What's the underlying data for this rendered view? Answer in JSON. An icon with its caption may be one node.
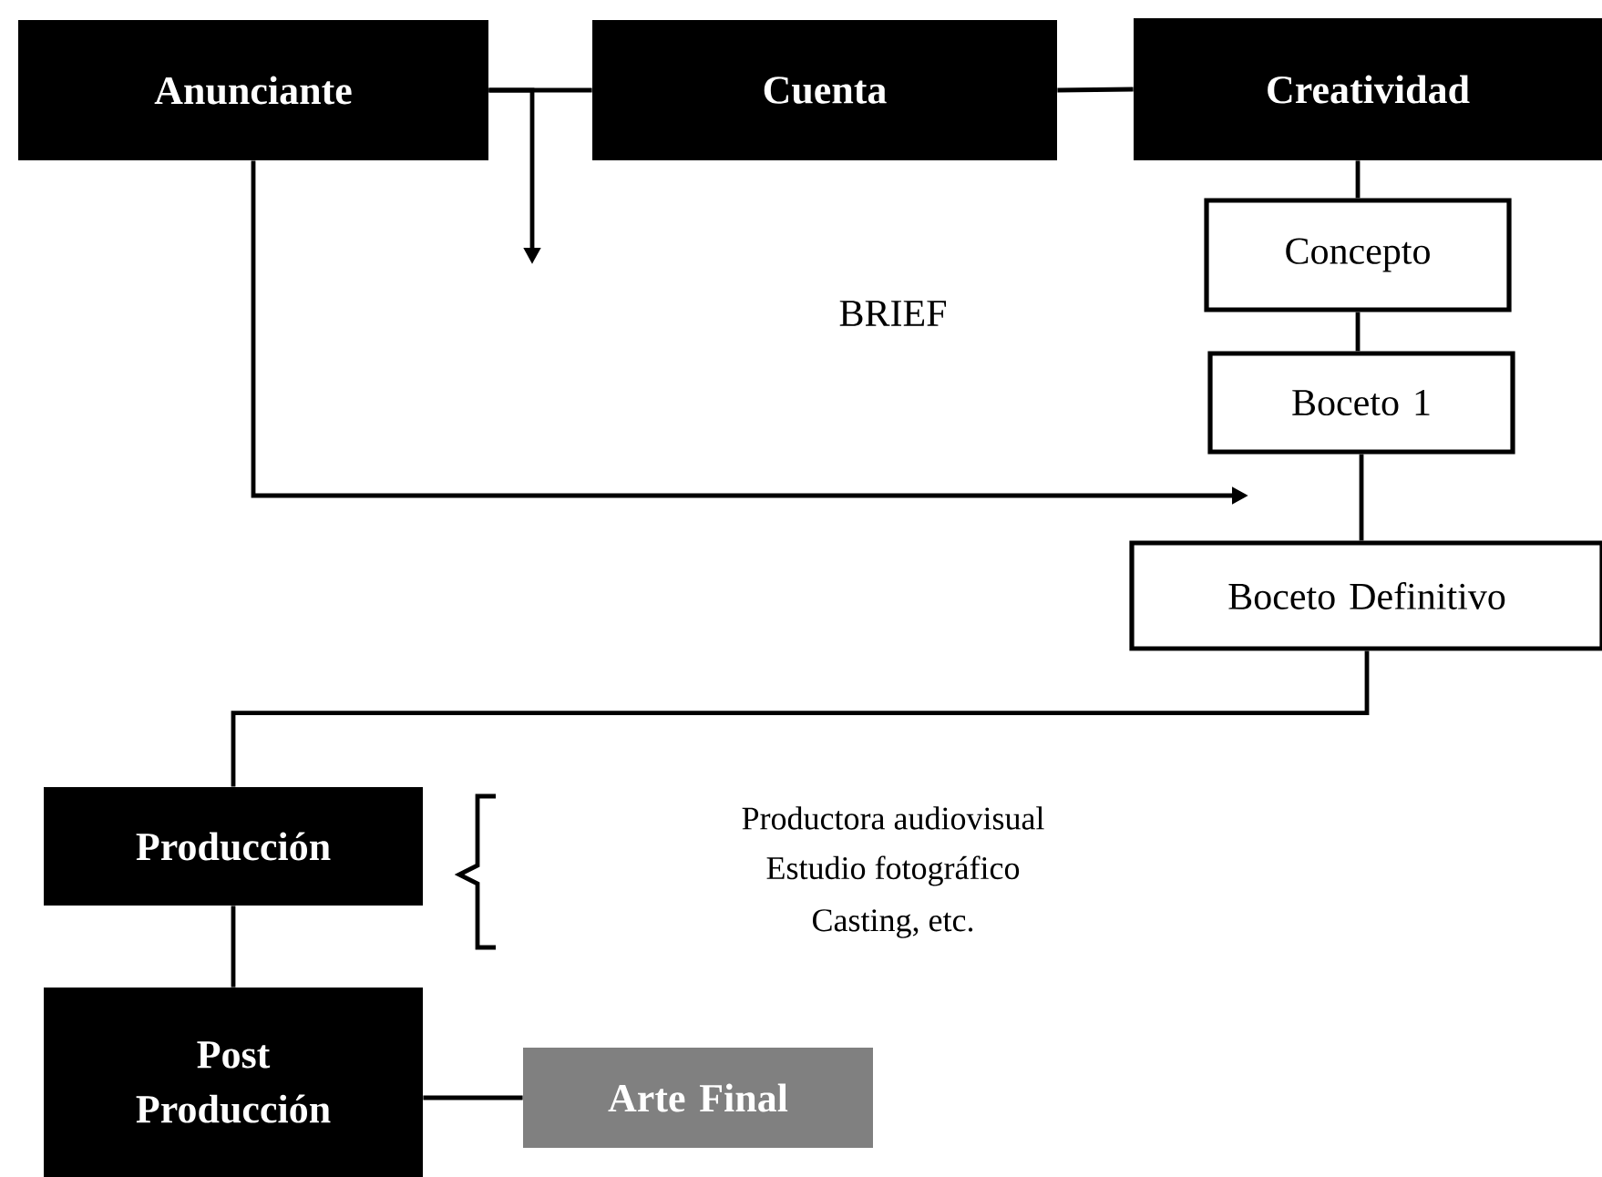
{
  "diagram": {
    "nodes": [
      {
        "text": [
          "Anunciante"
        ]
      },
      {
        "text": [
          "Cuenta"
        ]
      },
      {
        "text": [
          "Creatividad"
        ]
      },
      {
        "text": [
          "Concepto"
        ]
      },
      {
        "text": [
          "Boceto 1"
        ]
      },
      {
        "text": [
          "Boceto Definitivo"
        ]
      },
      {
        "text": [
          "Producción"
        ]
      },
      {
        "text": [
          "Post Producción"
        ]
      },
      {
        "text": [
          "Arte Final"
        ]
      }
    ],
    "edges": [
      {
        "from": 0,
        "to": 1,
        "arrow": "none"
      },
      {
        "from": 0,
        "to": null,
        "arrow": "to"
      },
      {
        "from": 1,
        "to": 2,
        "arrow": "none"
      },
      {
        "from": 2,
        "to": 3,
        "arrow": "none"
      },
      {
        "from": 3,
        "to": 4,
        "arrow": "none"
      },
      {
        "from": 4,
        "to": 5,
        "arrow": "none"
      },
      {
        "from": 0,
        "to": null,
        "arrow": "to"
      },
      {
        "from": 5,
        "to": 6,
        "arrow": "none"
      },
      {
        "from": 6,
        "to": 7,
        "arrow": "none"
      },
      {
        "from": 7,
        "to": 8,
        "arrow": "none"
      }
    ],
    "labels": [
      "BRIEF",
      "Productora audiovisual",
      "Estudio fotográfico",
      "Casting, etc."
    ]
  }
}
